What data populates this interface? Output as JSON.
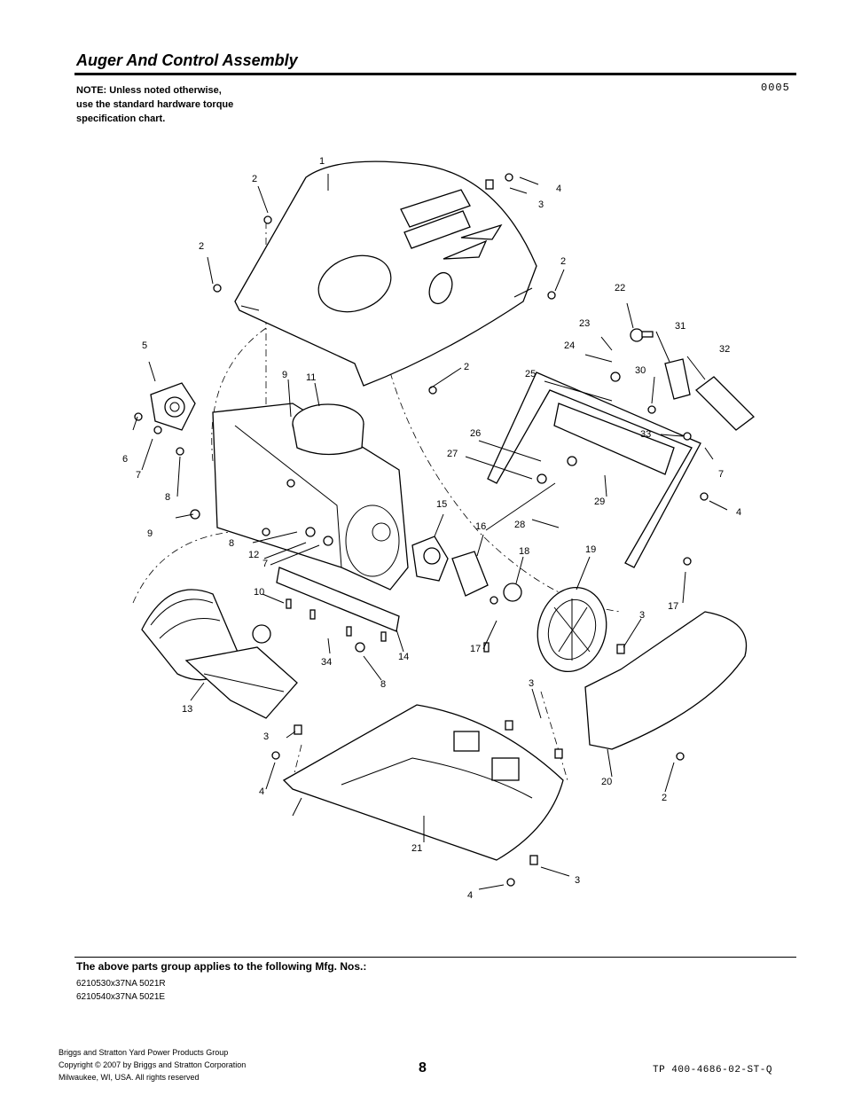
{
  "header": {
    "title": "Auger And Control Assembly",
    "note_line1": "NOTE: Unless noted otherwise,",
    "note_line2": "use the standard hardware torque",
    "note_line3": "specification chart.",
    "ref_code": "0005"
  },
  "diagram": {
    "callouts": {
      "c1": "1",
      "c2a": "2",
      "c2b": "2",
      "c2c": "2",
      "c2d": "2",
      "c2e": "2",
      "c3a": "3",
      "c3b": "3",
      "c3c": "3",
      "c3d": "3",
      "c3e": "3",
      "c4a": "4",
      "c4b": "4",
      "c4c": "4",
      "c4d": "4",
      "c5": "5",
      "c6": "6",
      "c7a": "7",
      "c7b": "7",
      "c7c": "7",
      "c8a": "8",
      "c8b": "8",
      "c8c": "8",
      "c9a": "9",
      "c9b": "9",
      "c10": "10",
      "c11": "11",
      "c12": "12",
      "c13": "13",
      "c14": "14",
      "c15": "15",
      "c16": "16",
      "c17a": "17",
      "c17b": "17",
      "c18": "18",
      "c19": "19",
      "c20": "20",
      "c21": "21",
      "c22": "22",
      "c23": "23",
      "c24": "24",
      "c25": "25",
      "c26": "26",
      "c27": "27",
      "c28": "28",
      "c29": "29",
      "c30": "30",
      "c31": "31",
      "c32": "32",
      "c33": "33",
      "c34": "34"
    }
  },
  "applies": {
    "heading": "The above parts group applies to the following Mfg. Nos.:",
    "models": [
      "6210530x37NA 5021R",
      "6210540x37NA 5021E"
    ]
  },
  "footer": {
    "company": "Briggs and Stratton Yard Power Products Group",
    "copyright": "Copyright ©  2007 by Briggs and Stratton Corporation",
    "location": "Milwaukee, WI, USA. All rights reserved",
    "page_number": "8",
    "doc_number": "TP 400-4686-02-ST-Q"
  }
}
